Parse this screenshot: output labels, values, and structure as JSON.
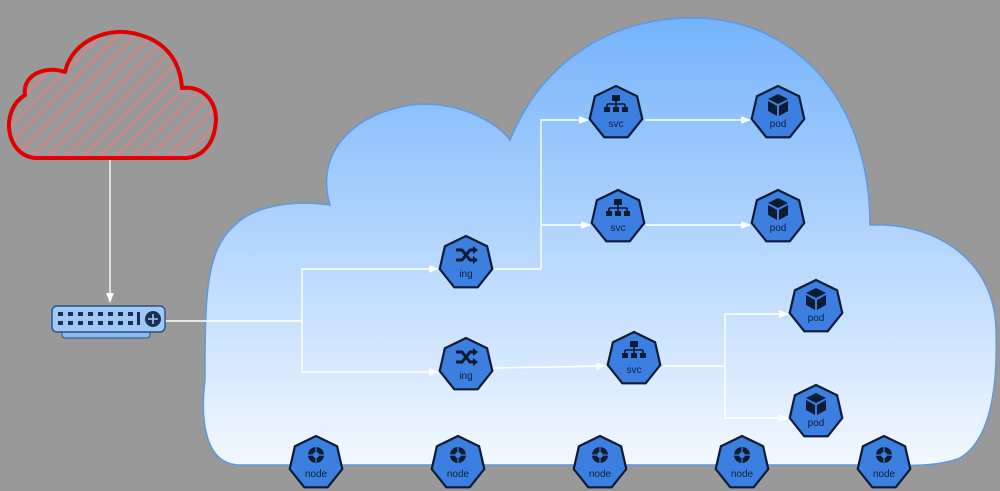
{
  "diagram": {
    "colors": {
      "background": "#999999",
      "cloud_fill_top": "#74b3fb",
      "cloud_fill_bottom": "#f3f8ff",
      "internet_cloud_stroke": "#e00000",
      "internet_cloud_hatch": "#f07a7a",
      "k8s_badge_fill": "#3d7fe0",
      "k8s_badge_stroke": "#0d1b33",
      "connector": "#ffffff"
    },
    "icons": {
      "internet": "cloud-icon",
      "switch": "network-switch-icon",
      "ingress": "shuffle-arrows-icon",
      "service": "hierarchy-icon",
      "pod": "cube-icon",
      "node": "node-icon"
    },
    "labels": {
      "ing_1": "ing",
      "ing_2": "ing",
      "svc_1": "svc",
      "svc_2": "svc",
      "svc_3": "svc",
      "pod_1": "pod",
      "pod_2": "pod",
      "pod_3": "pod",
      "pod_4": "pod",
      "node_1": "node",
      "node_2": "node",
      "node_3": "node",
      "node_4": "node",
      "node_5": "node"
    }
  }
}
